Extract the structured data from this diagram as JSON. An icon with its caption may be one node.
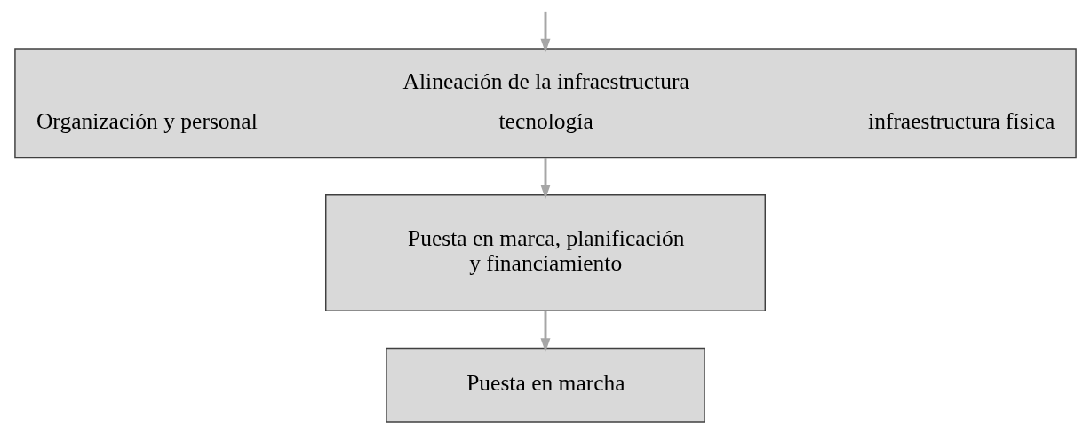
{
  "diagram": {
    "nodes": [
      {
        "text": [
          "Alineación de la infraestructura",
          "Organización y personal",
          "tecnología",
          "infraestructura física"
        ]
      },
      {
        "text": [
          "Puesta en marca, planificación y financiamiento"
        ]
      },
      {
        "text": [
          "Puesta en marcha"
        ]
      }
    ],
    "edges": [
      {
        "from": null,
        "to": 0,
        "arrow": "to"
      },
      {
        "from": 0,
        "to": 1,
        "arrow": "to"
      },
      {
        "from": 1,
        "to": 2,
        "arrow": "to"
      }
    ]
  }
}
